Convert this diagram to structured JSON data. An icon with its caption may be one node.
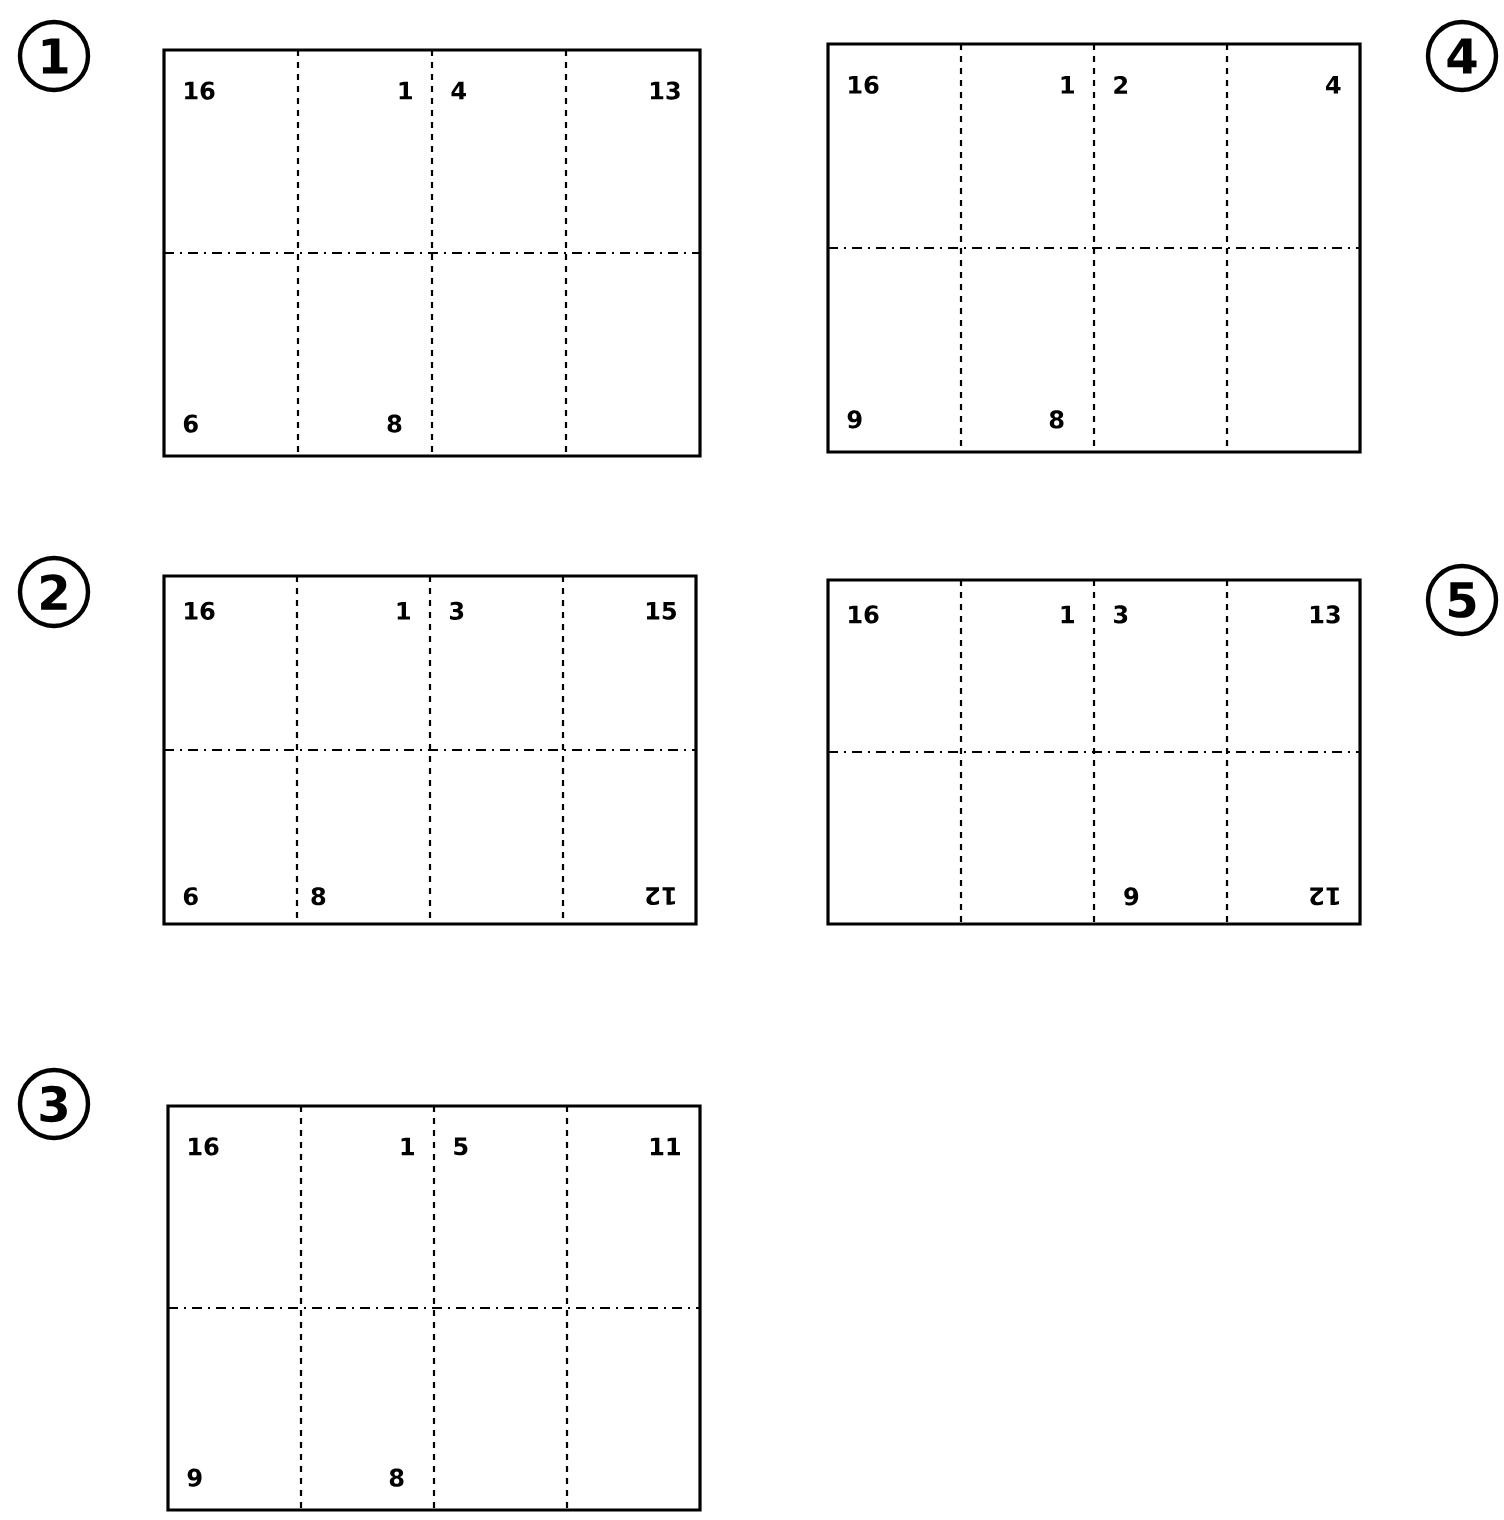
{
  "diagram": {
    "nodes": [
      {
        "text": [
          "1"
        ]
      },
      {
        "text": [
          "16",
          "1",
          "4",
          "13",
          "6",
          "8"
        ]
      },
      {
        "text": [
          "16",
          "1",
          "2",
          "4",
          "9",
          "8"
        ]
      },
      {
        "text": [
          "4"
        ]
      },
      {
        "text": [
          "2"
        ]
      },
      {
        "text": [
          "16",
          "1",
          "3",
          "15",
          "6",
          "8",
          "12"
        ]
      },
      {
        "text": [
          "16",
          "1",
          "3",
          "13",
          "9",
          "12"
        ]
      },
      {
        "text": [
          "5"
        ]
      },
      {
        "text": [
          "3"
        ]
      },
      {
        "text": [
          "16",
          "1",
          "5",
          "11",
          "9",
          "8"
        ]
      }
    ]
  }
}
